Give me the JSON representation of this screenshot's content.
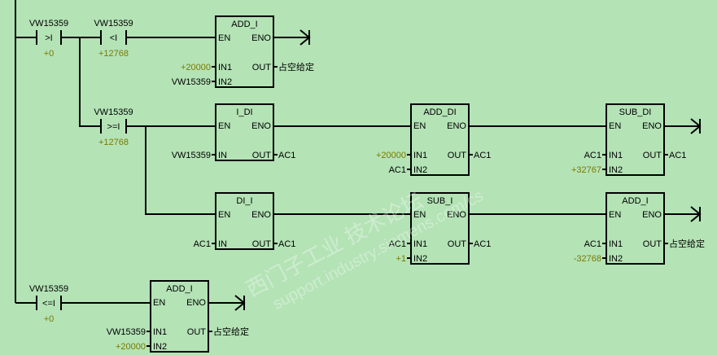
{
  "contacts": [
    {
      "address": "VW15359",
      "op": ">I",
      "value": "+0"
    },
    {
      "address": "VW15359",
      "op": "<I",
      "value": "+12768"
    },
    {
      "address": "VW15359",
      "op": ">=I",
      "value": "+12768"
    },
    {
      "address": "VW15359",
      "op": "<=I",
      "value": "+0"
    }
  ],
  "boxes": [
    {
      "title": "ADD_I",
      "en": "EN",
      "eno": "ENO",
      "pins": [
        "IN1",
        "IN2"
      ],
      "out": "OUT",
      "inputs": [
        "+20000",
        "VW15359"
      ],
      "output": "占空给定"
    },
    {
      "title": "I_DI",
      "en": "EN",
      "eno": "ENO",
      "pins": [
        "IN"
      ],
      "out": "OUT",
      "inputs": [
        "VW15359"
      ],
      "output": "AC1"
    },
    {
      "title": "ADD_DI",
      "en": "EN",
      "eno": "ENO",
      "pins": [
        "IN1",
        "IN2"
      ],
      "out": "OUT",
      "inputs": [
        "+20000",
        "AC1"
      ],
      "output": "AC1"
    },
    {
      "title": "SUB_DI",
      "en": "EN",
      "eno": "ENO",
      "pins": [
        "IN1",
        "IN2"
      ],
      "out": "OUT",
      "inputs": [
        "AC1",
        "+32767"
      ],
      "output": "AC1"
    },
    {
      "title": "DI_I",
      "en": "EN",
      "eno": "ENO",
      "pins": [
        "IN"
      ],
      "out": "OUT",
      "inputs": [
        "AC1"
      ],
      "output": "AC1"
    },
    {
      "title": "SUB_I",
      "en": "EN",
      "eno": "ENO",
      "pins": [
        "IN1",
        "IN2"
      ],
      "out": "OUT",
      "inputs": [
        "AC1",
        "+1"
      ],
      "output": "AC1"
    },
    {
      "title": "ADD_I",
      "en": "EN",
      "eno": "ENO",
      "pins": [
        "IN1",
        "IN2"
      ],
      "out": "OUT",
      "inputs": [
        "AC1",
        "-32768"
      ],
      "output": "占空给定"
    },
    {
      "title": "ADD_I",
      "en": "EN",
      "eno": "ENO",
      "pins": [
        "IN1",
        "IN2"
      ],
      "out": "OUT",
      "inputs": [
        "VW15359",
        "+20000"
      ],
      "output": "占空给定"
    }
  ],
  "watermark": {
    "line1": "西门子工业  技术论坛",
    "line2": "support.industry.siemens.com/cs"
  },
  "colors": {
    "background": "#b4e3b6",
    "constant": "#7a7a00"
  }
}
